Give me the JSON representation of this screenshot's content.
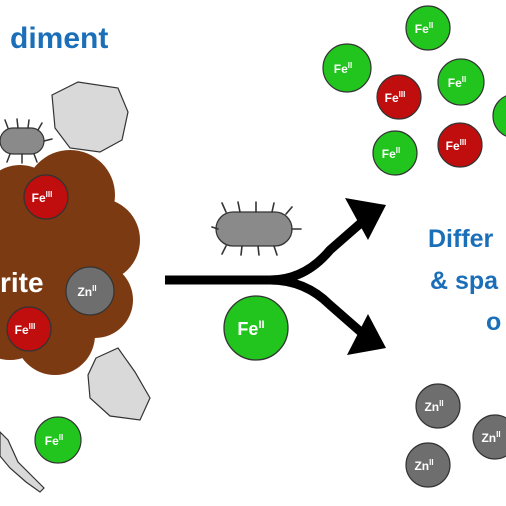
{
  "headings": {
    "sediment": "diment",
    "ferrihydrite": "rite",
    "outcome_line1": "Differ",
    "outcome_line2": "& spa",
    "outcome_line3": "o"
  },
  "ions": {
    "fe2": {
      "base": "Fe",
      "ox": "II"
    },
    "fe3": {
      "base": "Fe",
      "ox": "III"
    },
    "zn2": {
      "base": "Zn",
      "ox": "II"
    }
  },
  "colors": {
    "heading_blue": "#1a6fb8",
    "fe2_green": "#22c41e",
    "fe3_red": "#c00d0d",
    "zn_gray": "#6e6e6e",
    "mineral_brown": "#7b3a12",
    "rock_gray": "#d9d9d9",
    "bacterium_gray": "#8a8a8a",
    "arrow_black": "#000000"
  },
  "icons": [
    "bacterium-icon",
    "branching-arrow-icon",
    "rock-particle-icon"
  ]
}
